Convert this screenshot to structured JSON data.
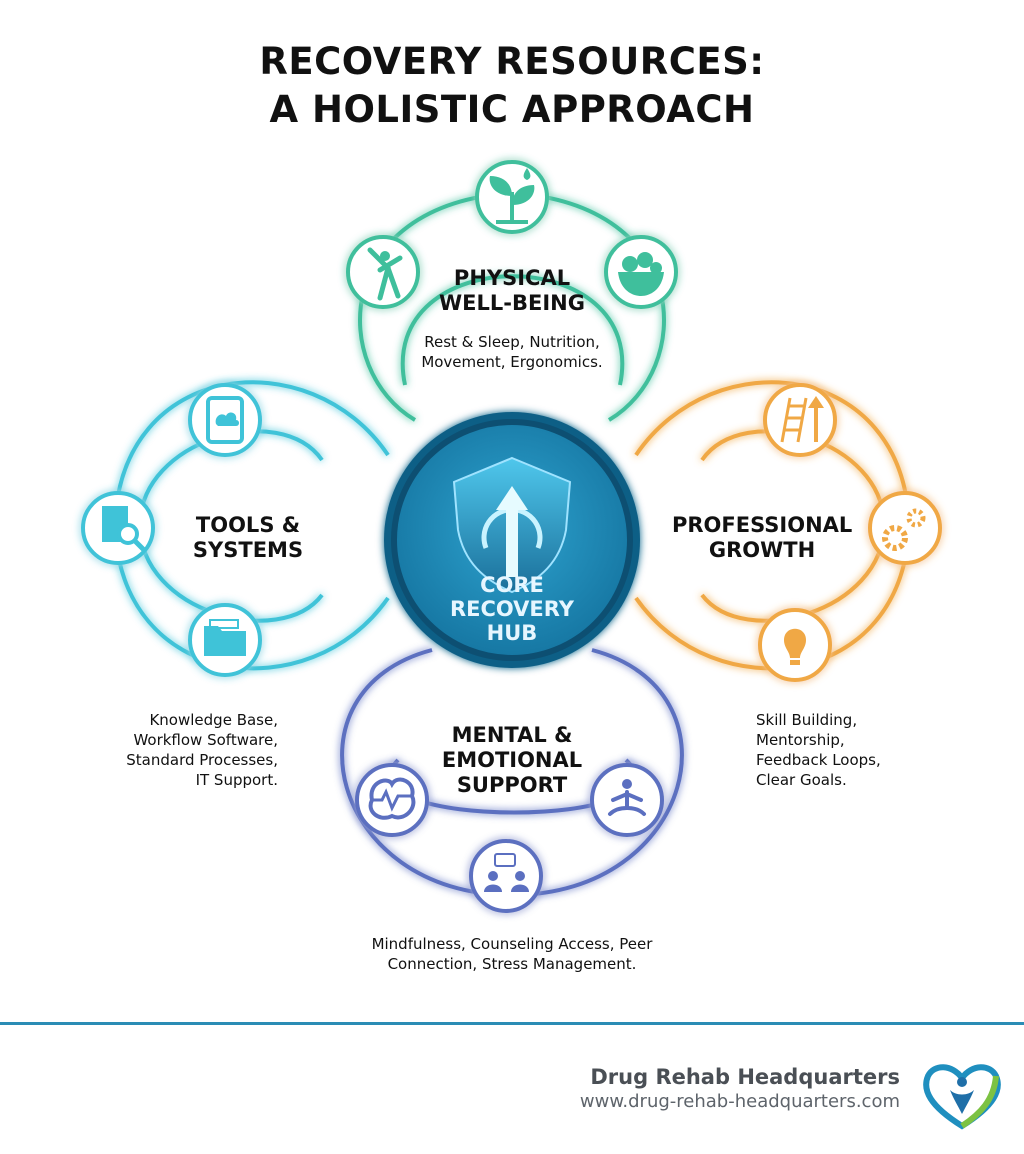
{
  "title": {
    "line1": "RECOVERY RESOURCES:",
    "line2": "A HOLISTIC APPROACH"
  },
  "hub": {
    "line1": "CORE",
    "line2": "RECOVERY",
    "line3": "HUB"
  },
  "physical": {
    "label_line1": "PHYSICAL",
    "label_line2": "WELL-BEING",
    "desc_line1": "Rest & Sleep, Nutrition,",
    "desc_line2": "Movement, Ergonomics.",
    "color": "#3fbf9c",
    "icons": [
      "stretching-person-icon",
      "plant-water-drop-icon",
      "fruit-bowl-icon"
    ]
  },
  "tools": {
    "label_line1": "TOOLS &",
    "label_line2": "SYSTEMS",
    "desc_line1": "Knowledge Base,",
    "desc_line2": "Workflow Software,",
    "desc_line3": "Standard Processes,",
    "desc_line4": "IT Support.",
    "color": "#3fc3d8",
    "icons": [
      "tablet-cloud-icon",
      "document-search-icon",
      "folder-icon"
    ]
  },
  "professional": {
    "label_line1": "PROFESSIONAL",
    "label_line2": "GROWTH",
    "desc_line1": "Skill Building,",
    "desc_line2": "Mentorship,",
    "desc_line3": "Feedback Loops,",
    "desc_line4": "Clear Goals.",
    "color": "#f0a845",
    "icons": [
      "ladder-arrow-icon",
      "gears-icon",
      "lightbulb-brain-icon"
    ]
  },
  "mental": {
    "label_line1": "MENTAL &",
    "label_line2": "EMOTIONAL",
    "label_line3": "SUPPORT",
    "desc_line1": "Mindfulness, Counseling Access, Peer",
    "desc_line2": "Connection, Stress Management.",
    "color": "#5b6fc0",
    "icons": [
      "brain-pulse-icon",
      "people-chat-icon",
      "meditation-icon"
    ]
  },
  "footer": {
    "brand": "Drug Rehab Headquarters",
    "url": "www.drug-rehab-headquarters.com",
    "accent": "#2a8cb5"
  }
}
